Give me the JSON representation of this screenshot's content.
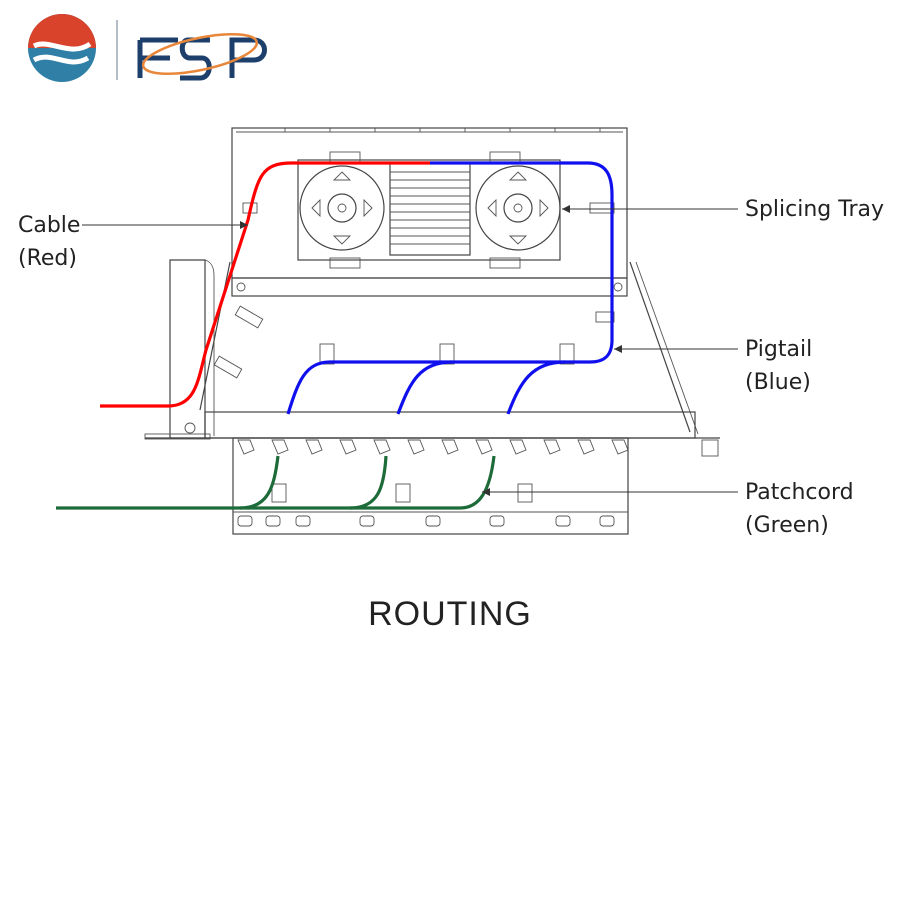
{
  "brand": {
    "logo_text": "FSP",
    "colors": {
      "red": "#d9432b",
      "navy": "#1d3f6b",
      "teal": "#2f7fa6",
      "orange": "#e8873a"
    }
  },
  "diagram": {
    "title": "ROUTING",
    "labels": {
      "cable": {
        "line1": "Cable",
        "line2": "(Red)",
        "color": "#ff0000"
      },
      "splicing_tray": {
        "line1": "Splicing Tray"
      },
      "pigtail": {
        "line1": "Pigtail",
        "line2": "(Blue)",
        "color": "#1010ee"
      },
      "patchcord": {
        "line1": "Patchcord",
        "line2": "(Green)",
        "color": "#1e6b3a"
      }
    }
  }
}
